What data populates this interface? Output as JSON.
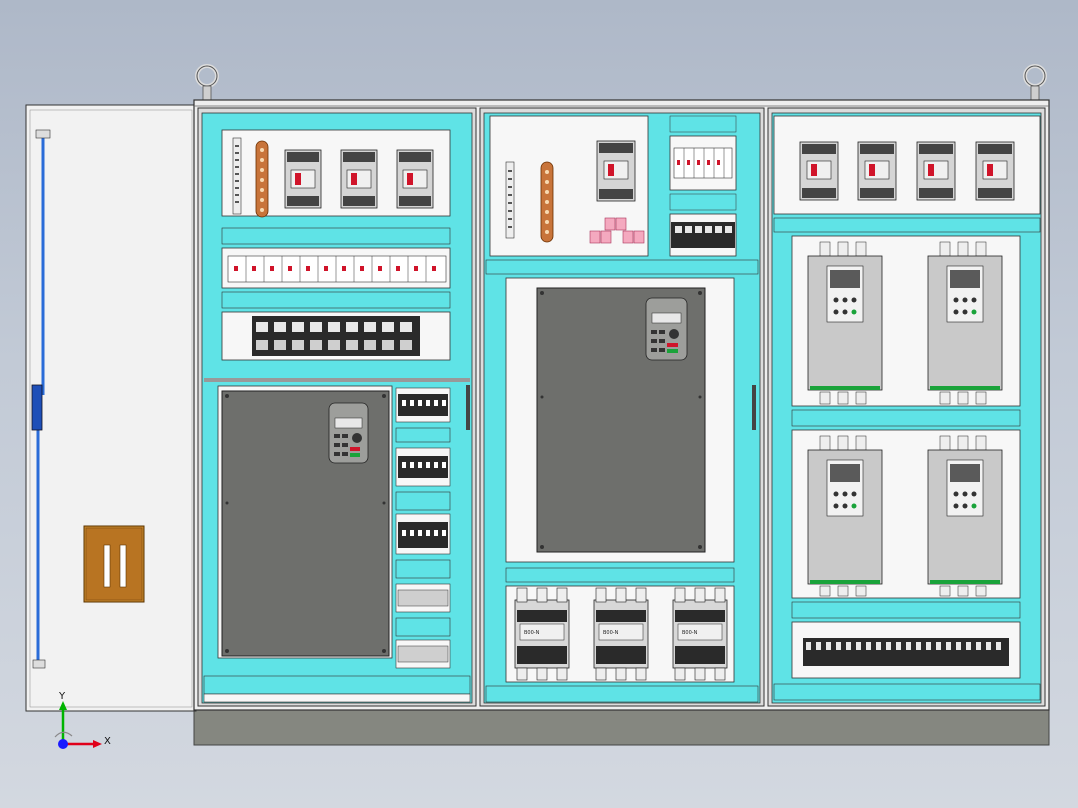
{
  "scene": {
    "description_free": true,
    "background_color": "#bcc5d2",
    "frame_color": "#5fe3e6",
    "panel_color": "#f7f7f7",
    "drive_color": "#6e6f6c",
    "door_color": "#f0f0f0",
    "base_color": "#858780"
  },
  "contactor_labels": [
    "B00-N",
    "B00-N",
    "B00-N"
  ],
  "axes": {
    "x_label": "X",
    "y_label": "Y",
    "x_color": "#e0001a",
    "y_color": "#00b400",
    "z_color": "#1a1aff"
  }
}
